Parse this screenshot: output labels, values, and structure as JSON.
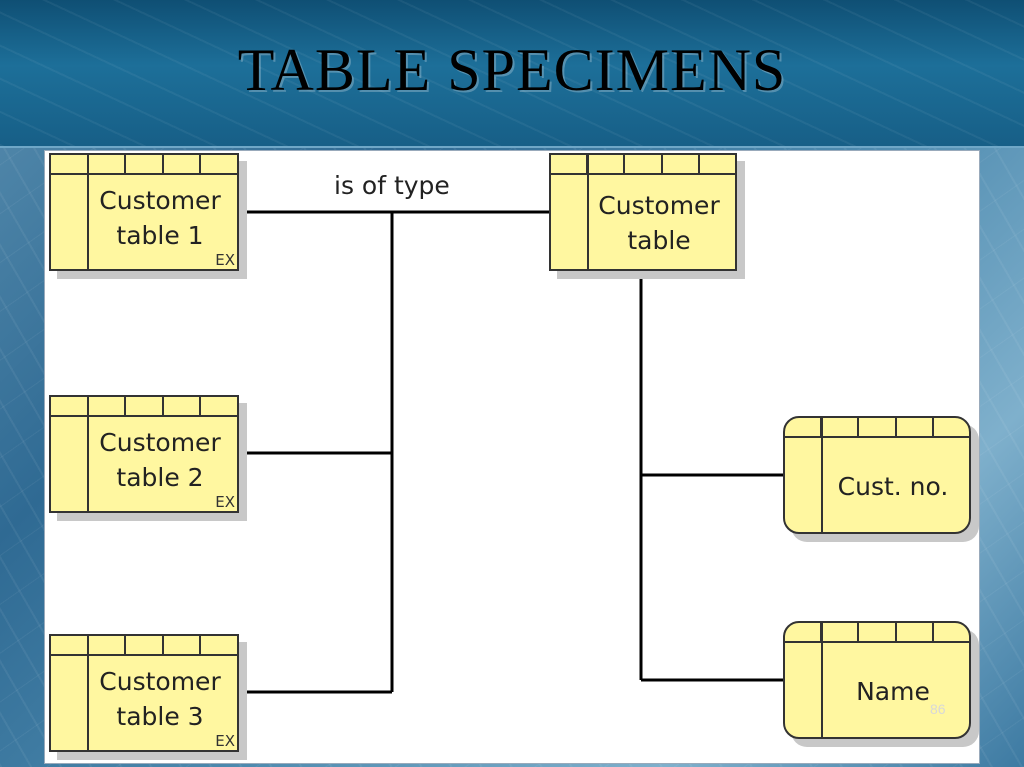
{
  "slide": {
    "title": "TABLE SPECIMENS",
    "page_number": "86"
  },
  "diagram": {
    "relation_label": "is of type",
    "entities": {
      "customer_table_1": {
        "line1": "Customer",
        "line2": "table 1",
        "marker": "EX"
      },
      "customer_table_2": {
        "line1": "Customer",
        "line2": "table 2",
        "marker": "EX"
      },
      "customer_table_3": {
        "line1": "Customer",
        "line2": "table 3",
        "marker": "EX"
      },
      "customer_table": {
        "line1": "Customer",
        "line2": "table"
      },
      "cust_no": {
        "label": "Cust. no."
      },
      "name": {
        "label": "Name"
      }
    }
  },
  "colors": {
    "entity_fill": "#fff7a0",
    "entity_border": "#333333",
    "connector": "#000000",
    "panel_background": "#ffffff"
  }
}
